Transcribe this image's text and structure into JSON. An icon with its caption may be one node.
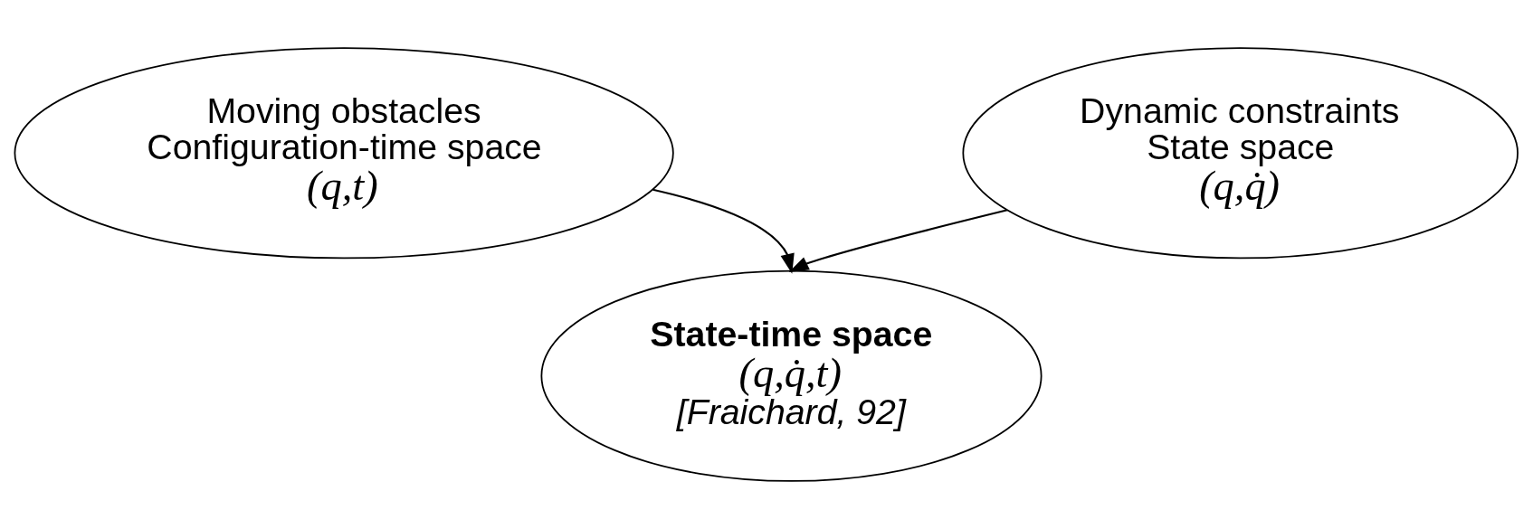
{
  "diagram": {
    "nodes": [
      {
        "text": [
          "Moving obstacles",
          "Configuration-time space",
          "(q,t)"
        ]
      },
      {
        "text": [
          "Dynamic constraints",
          "State space",
          "(q,q̇)"
        ]
      },
      {
        "text": [
          "State-time space",
          "(q,q̇,t)",
          "[Fraichard, 92]"
        ]
      }
    ],
    "edges": [
      {
        "from": 0,
        "to": 2,
        "arrow": "to"
      },
      {
        "from": 1,
        "to": 2,
        "arrow": "to"
      }
    ]
  }
}
